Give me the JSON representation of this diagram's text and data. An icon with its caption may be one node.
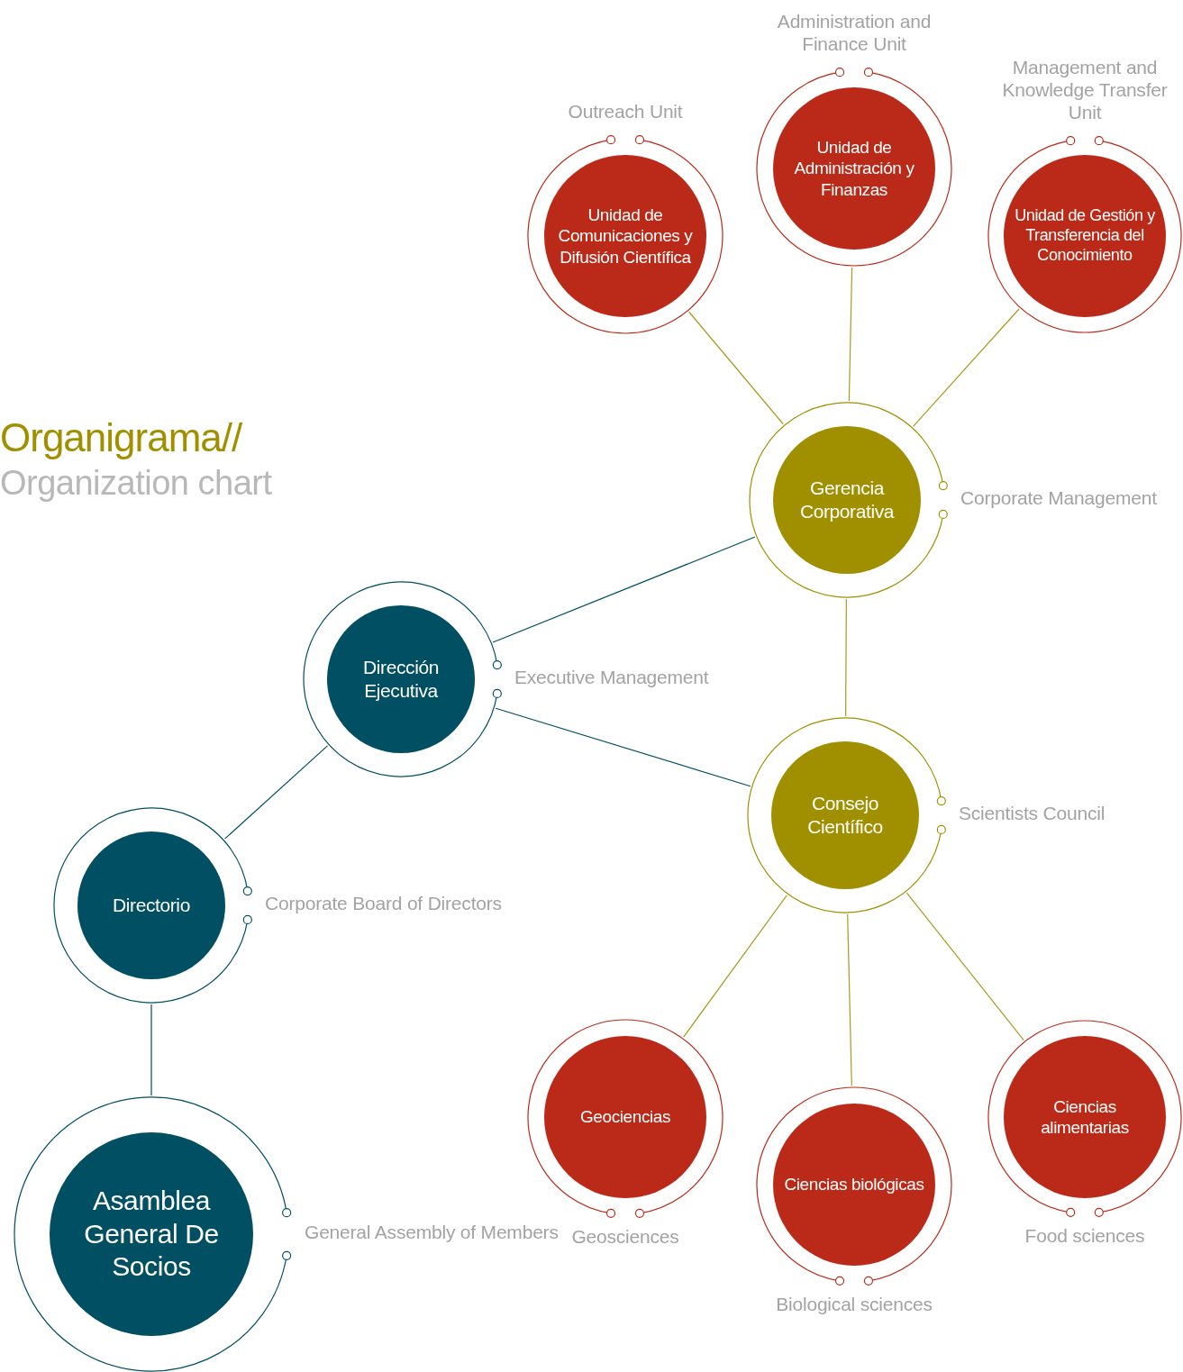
{
  "diagram": {
    "title": "Organigrama//",
    "nodes": [
      {
        "text": [
          "Unidad de Administración y Finanzas"
        ],
        "beside": [
          "Administration and Finance Unit"
        ]
      },
      {
        "text": [
          "Unidad de Comunicaciones y Difusión Científica"
        ],
        "beside": [
          "Outreach Unit"
        ]
      },
      {
        "text": [
          "Unidad de Gestión y Transferencia del Conocimiento"
        ],
        "beside": [
          "Management and Knowledge Transfer Unit"
        ]
      },
      {
        "text": [
          "Gerencia Corporativa"
        ],
        "beside": [
          "Corporate Management"
        ]
      },
      {
        "text": [
          "Dirección Ejecutiva"
        ],
        "beside": [
          "Executive Management"
        ]
      },
      {
        "text": [
          "Consejo Científico"
        ],
        "beside": [
          "Scientists Council"
        ]
      },
      {
        "text": [
          "Directorio"
        ],
        "beside": [
          "Corporate Board of Directors"
        ]
      },
      {
        "text": [
          "Geociencias"
        ],
        "beside": [
          "Geosciences"
        ]
      },
      {
        "text": [
          "Ciencias alimentarias"
        ],
        "beside": [
          "Food sciences"
        ]
      },
      {
        "text": [
          "Ciencias biológicas"
        ],
        "beside": [
          "Biological sciences"
        ]
      },
      {
        "text": [
          "Asamblea General De Socios"
        ],
        "beside": [
          "General Assembly of Members"
        ]
      }
    ],
    "edges": [
      {
        "from": 10,
        "to": 6,
        "arrow": "none",
        "color": "#004f63"
      },
      {
        "from": 6,
        "to": 4,
        "arrow": "none",
        "color": "#004f63"
      },
      {
        "from": 4,
        "to": 3,
        "arrow": "none",
        "color": "#004f63"
      },
      {
        "from": 4,
        "to": 5,
        "arrow": "none",
        "color": "#004f63"
      },
      {
        "from": 3,
        "to": 1,
        "arrow": "none"
      },
      {
        "from": 3,
        "to": 0,
        "arrow": "none"
      },
      {
        "from": 3,
        "to": 2,
        "arrow": "none"
      },
      {
        "from": 3,
        "to": 5,
        "arrow": "none"
      },
      {
        "from": 5,
        "to": 7,
        "arrow": "none"
      },
      {
        "from": 5,
        "to": 9,
        "arrow": "none"
      },
      {
        "from": 5,
        "to": 8,
        "arrow": "none"
      }
    ],
    "labels": [
      "Organization chart"
    ]
  }
}
